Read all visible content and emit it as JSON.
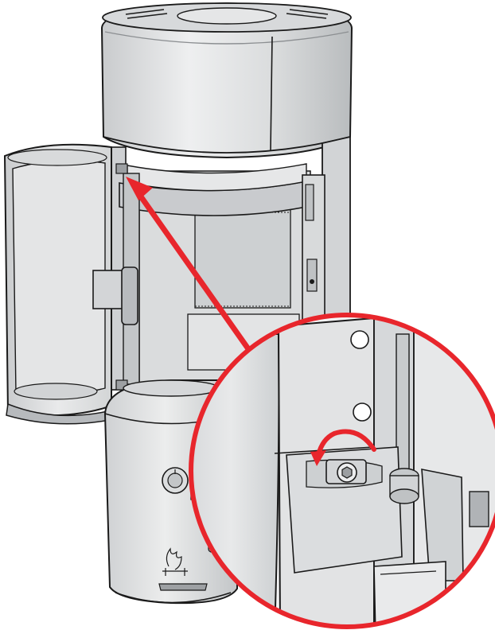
{
  "figure": {
    "subject": "stove-door-hinge-adjustment",
    "colors": {
      "body_light": "#e6e7e8",
      "body_mid": "#cfd1d3",
      "body_dark": "#a9acaf",
      "outline": "#1a1a1a",
      "glass": "#dcdedf",
      "interior": "#c4c6c8",
      "arrow_red": "#e8262c",
      "background": "#ffffff"
    },
    "icons": [
      "red-pointer-arrow",
      "rotation-arrow-icon",
      "hex-socket-screw-icon",
      "magnifier-callout-circle"
    ]
  }
}
